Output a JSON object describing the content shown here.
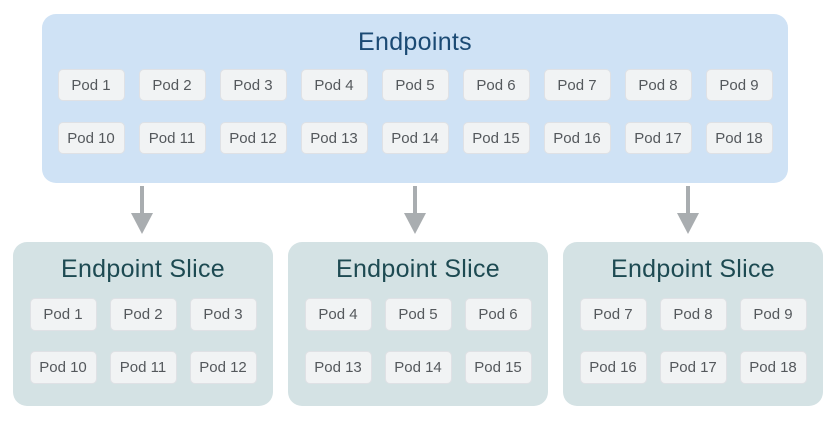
{
  "endpoints": {
    "title": "Endpoints",
    "pod_rows": [
      [
        "Pod 1",
        "Pod 2",
        "Pod 3",
        "Pod 4",
        "Pod 5",
        "Pod 6",
        "Pod 7",
        "Pod 8",
        "Pod 9"
      ],
      [
        "Pod 10",
        "Pod 11",
        "Pod 12",
        "Pod 13",
        "Pod 14",
        "Pod 15",
        "Pod 16",
        "Pod 17",
        "Pod 18"
      ]
    ]
  },
  "slices": [
    {
      "title": "Endpoint Slice",
      "pod_rows": [
        [
          "Pod 1",
          "Pod 2",
          "Pod 3"
        ],
        [
          "Pod 10",
          "Pod 11",
          "Pod 12"
        ]
      ]
    },
    {
      "title": "Endpoint Slice",
      "pod_rows": [
        [
          "Pod 4",
          "Pod 5",
          "Pod 6"
        ],
        [
          "Pod 13",
          "Pod 14",
          "Pod 15"
        ]
      ]
    },
    {
      "title": "Endpoint Slice",
      "pod_rows": [
        [
          "Pod 7",
          "Pod 8",
          "Pod 9"
        ],
        [
          "Pod 16",
          "Pod 17",
          "Pod 18"
        ]
      ]
    }
  ],
  "icons": {
    "arrow": "down-arrow"
  },
  "colors": {
    "page_bg": "#ffffff",
    "endpoints_box_bg": "#cfe2f5",
    "endpoints_title": "#1b4a74",
    "slice_box_bg": "#d4e2e4",
    "slice_title": "#1d4a52",
    "pod_bg": "#f1f3f4",
    "pod_border": "#dfe1e5",
    "pod_text": "#54585c",
    "arrow": "#a9adb0"
  }
}
